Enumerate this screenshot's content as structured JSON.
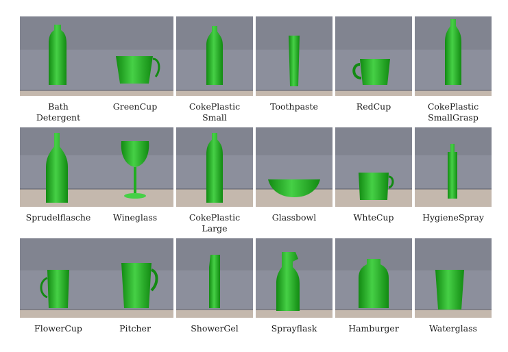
{
  "objects": [
    {
      "label": "Bath\nDetergent",
      "shape": "bath-bottle"
    },
    {
      "label": "GreenCup",
      "shape": "green-cup"
    },
    {
      "label": "CokePlastic\nSmall",
      "shape": "coke-small"
    },
    {
      "label": "Toothpaste",
      "shape": "toothpaste"
    },
    {
      "label": "RedCup",
      "shape": "red-cup"
    },
    {
      "label": "CokePlastic\nSmallGrasp",
      "shape": "coke-small-grasp"
    },
    {
      "label": "Sprudelflasche",
      "shape": "sprudel-bottle"
    },
    {
      "label": "Wineglass",
      "shape": "wineglass"
    },
    {
      "label": "CokePlastic\nLarge",
      "shape": "coke-large"
    },
    {
      "label": "Glassbowl",
      "shape": "glassbowl"
    },
    {
      "label": "WhteCup",
      "shape": "white-cup"
    },
    {
      "label": "HygieneSpray",
      "shape": "hygiene-spray"
    },
    {
      "label": "FlowerCup",
      "shape": "flower-cup"
    },
    {
      "label": "Pitcher",
      "shape": "pitcher"
    },
    {
      "label": "ShowerGel",
      "shape": "shower-gel"
    },
    {
      "label": "Sprayflask",
      "shape": "sprayflask"
    },
    {
      "label": "Hamburger",
      "shape": "hamburger"
    },
    {
      "label": "Waterglass",
      "shape": "waterglass"
    }
  ],
  "colors": {
    "wall": "#8c8f9c",
    "wall_dark": "#6c6f7b",
    "floor": "#c4b8ad",
    "object": "#1fae1f",
    "object_dark": "#128a12",
    "object_light": "#46d046"
  }
}
